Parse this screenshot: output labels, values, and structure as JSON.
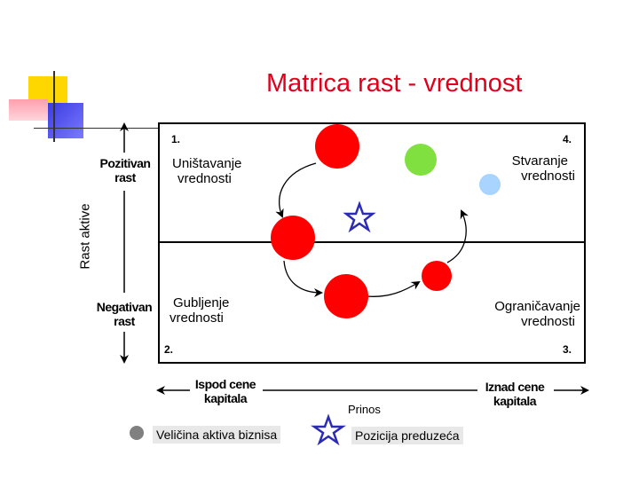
{
  "title": "Matrica rast - vrednost",
  "y_axis": {
    "label": "Rast aktive",
    "top": [
      "Pozitivan",
      "rast"
    ],
    "bottom": [
      "Negativan",
      "rast"
    ]
  },
  "x_axis": {
    "label": "Prinos",
    "left": [
      "Ispod cene",
      "kapitala"
    ],
    "right": [
      "Iznad cene",
      "kapitala"
    ]
  },
  "quadrants": {
    "q1": {
      "number": "1.",
      "line1": "Uništavanje",
      "line2": "vrednosti"
    },
    "q4": {
      "number": "4.",
      "line1": "Stvaranje",
      "line2": "vrednosti"
    },
    "q2": {
      "number": "2.",
      "line1": "Gubljenje",
      "line2": "vrednosti"
    },
    "q3": {
      "number": "3.",
      "line1": "Ograničavanje",
      "line2": "vrednosti"
    }
  },
  "legend": {
    "size_label": "Veličina aktiva biznisa",
    "position_label": "Pozicija preduzeća"
  },
  "colors": {
    "title": "#e0001b",
    "circle_red": "#ff0000",
    "circle_green": "#80e040",
    "circle_blue": "#a8d4ff",
    "star": "#2b2bb5",
    "legend_dot": "#808080"
  }
}
